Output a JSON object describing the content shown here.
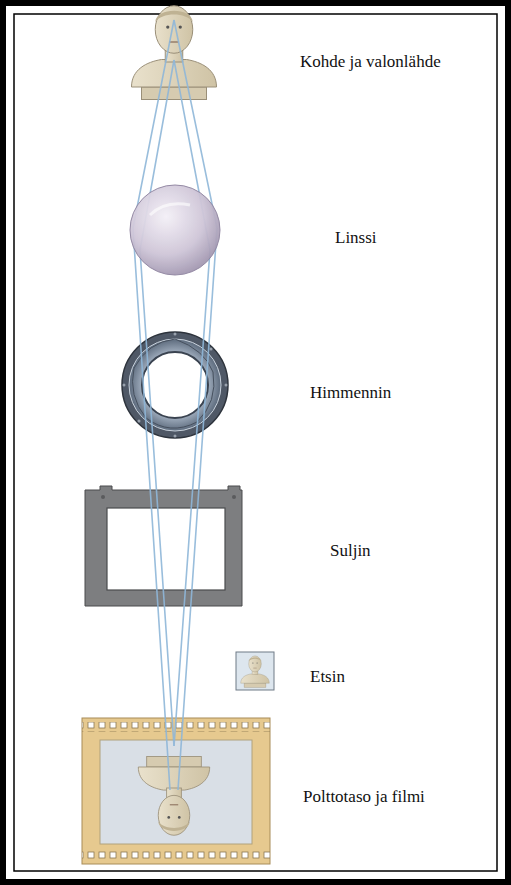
{
  "diagram": {
    "labels": [
      "Kohde ja valonlähde",
      "Linssi",
      "Himmennin",
      "Suljin",
      "Etsin",
      "Polttotaso ja filmi"
    ]
  }
}
